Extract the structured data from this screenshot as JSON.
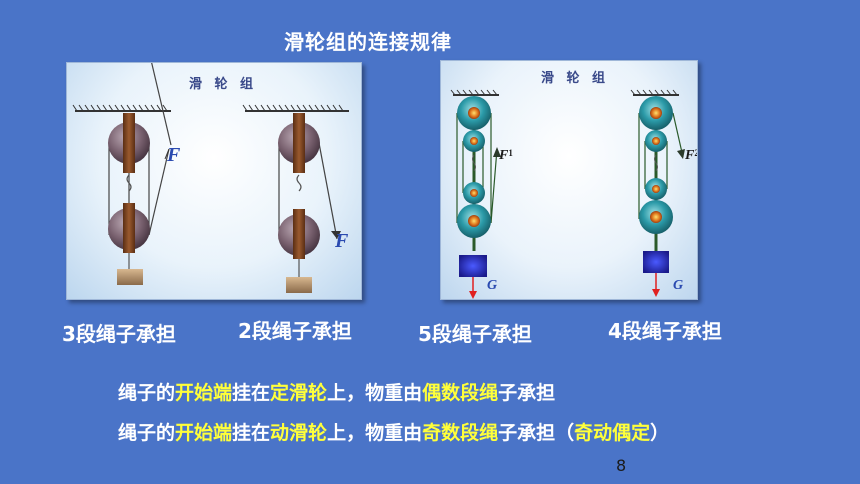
{
  "slide": {
    "title": "滑轮组的连接规律",
    "page_number": "8"
  },
  "panels": {
    "left_title": "滑 轮 组",
    "right_title": "滑 轮 组",
    "force_label_a": "F",
    "force_label_b": "F",
    "force_label_f1": "F",
    "force_label_f1_sub": "1",
    "force_label_f2": "F",
    "force_label_f2_sub": "2",
    "weight_label_a": "G",
    "weight_label_b": "G"
  },
  "labels": {
    "seg3": "3段绳子承担",
    "seg2": "2段绳子承担",
    "seg5": "5段绳子承担",
    "seg4": "4段绳子承担"
  },
  "rules": {
    "line1": {
      "p1": "绳子的",
      "h1": "开始端",
      "p2": "挂在",
      "h2": "定滑轮",
      "p3": "上，物重由",
      "h3": "偶数段绳",
      "p4": "子承担"
    },
    "line2": {
      "p1": "绳子的",
      "h1": "开始端",
      "p2": "挂在",
      "h2": "动滑轮",
      "p3": "上，物重由",
      "h3": "奇数段绳",
      "p4": "子承担（",
      "h4": "奇动偶定",
      "p5": "）"
    }
  },
  "colors": {
    "background": "#4a74c8",
    "highlight": "#ffff3a",
    "text": "#ffffff"
  }
}
